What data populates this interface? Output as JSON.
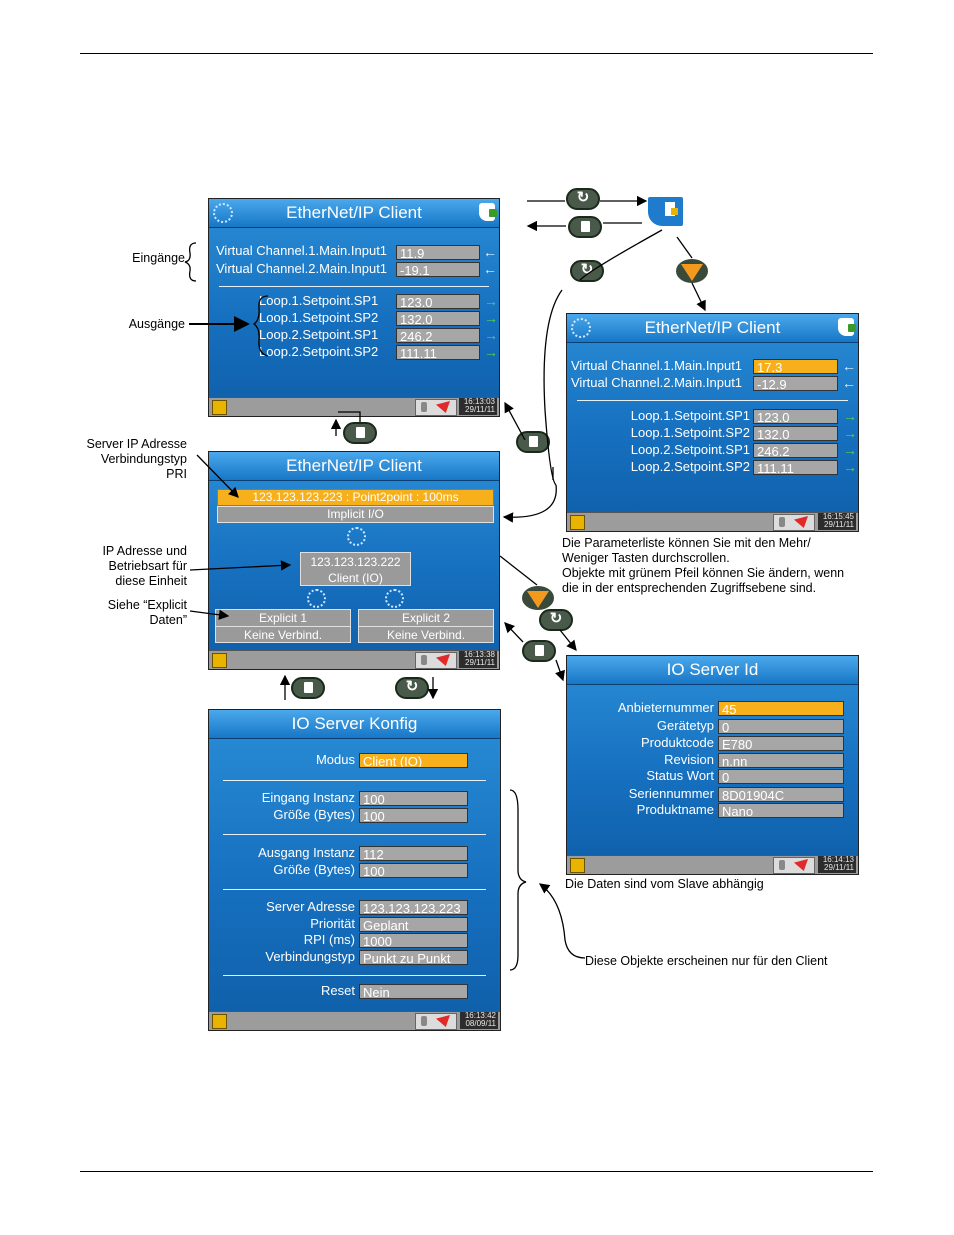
{
  "screen_a": {
    "title": "EtherNet/IP Client",
    "inputs": [
      {
        "label": "Virtual Channel.1.Main.Input1",
        "value": "11.9",
        "arrow": "←"
      },
      {
        "label": "Virtual Channel.2.Main.Input1",
        "value": "-19.1",
        "arrow": "←"
      }
    ],
    "outputs": [
      {
        "label": "Loop.1.Setpoint.SP1",
        "value": "123.0",
        "arrow": "→"
      },
      {
        "label": "Loop.1.Setpoint.SP2",
        "value": "132.0",
        "arrow": "→"
      },
      {
        "label": "Loop.2.Setpoint.SP1",
        "value": "246.2",
        "arrow": "→"
      },
      {
        "label": "Loop.2.Setpoint.SP2",
        "value": "111.11",
        "arrow": "→"
      }
    ],
    "time": "16:13:03",
    "date": "29/11/11"
  },
  "screen_b": {
    "title": "EtherNet/IP Client",
    "inputs": [
      {
        "label": "Virtual Channel.1.Main.Input1",
        "value": "17.3",
        "arrow": "←"
      },
      {
        "label": "Virtual Channel.2.Main.Input1",
        "value": "-12.9",
        "arrow": "←"
      }
    ],
    "outputs": [
      {
        "label": "Loop.1.Setpoint.SP1",
        "value": "123.0",
        "arrow": "→"
      },
      {
        "label": "Loop.1.Setpoint.SP2",
        "value": "132.0",
        "arrow": "→"
      },
      {
        "label": "Loop.2.Setpoint.SP1",
        "value": "246.2",
        "arrow": "→"
      },
      {
        "label": "Loop.2.Setpoint.SP2",
        "value": "111.11",
        "arrow": "→"
      }
    ],
    "time": "16:15:45",
    "date": "29/11/11"
  },
  "screen_c": {
    "title": "EtherNet/IP Client",
    "server_line": "123.123.123.223 : Point2point : 100ms",
    "mode_line": "Implicit I/O",
    "unit_ip": "123.123.123.222",
    "unit_mode": "Client (IO)",
    "explicit1_label": "Explicit 1",
    "explicit1_status": "Keine Verbind.",
    "explicit2_label": "Explicit 2",
    "explicit2_status": "Keine Verbind.",
    "time": "16:13:38",
    "date": "29/11/11"
  },
  "screen_d": {
    "title": "IO Server Konfig",
    "groups": [
      [
        {
          "label": "Modus",
          "value": "Client (IO)",
          "selected": true
        }
      ],
      [
        {
          "label": "Eingang Instanz",
          "value": "100"
        },
        {
          "label": "Größe (Bytes)",
          "value": "100"
        }
      ],
      [
        {
          "label": "Ausgang Instanz",
          "value": "112"
        },
        {
          "label": "Größe (Bytes)",
          "value": "100"
        }
      ],
      [
        {
          "label": "Server Adresse",
          "value": "123.123.123.223"
        },
        {
          "label": "Priorität",
          "value": "Geplant"
        },
        {
          "label": "RPI (ms)",
          "value": "1000"
        },
        {
          "label": "Verbindungstyp",
          "value": "Punkt zu Punkt"
        }
      ],
      [
        {
          "label": "Reset",
          "value": "Nein"
        }
      ]
    ],
    "time": "16:13:42",
    "date": "08/09/11"
  },
  "screen_e": {
    "title": "IO Server Id",
    "rows": [
      {
        "label": "Anbieternummer",
        "value": "45",
        "selected": true
      },
      {
        "label": "Gerätetyp",
        "value": "0"
      },
      {
        "label": "Produktcode",
        "value": "E780"
      },
      {
        "label": "Revision",
        "value": "n.nn"
      },
      {
        "label": "Status Wort",
        "value": "0"
      },
      {
        "label": "Seriennummer",
        "value": "8D01904C"
      },
      {
        "label": "Produktname",
        "value": "Nano"
      }
    ],
    "time": "16:14:13",
    "date": "29/11/11"
  },
  "annotations": {
    "eingaenge": "Eingänge",
    "ausgaenge": "Ausgänge",
    "server_ip": [
      "Server IP Adresse",
      "Verbindungstyp",
      "PRI"
    ],
    "ip_unit": [
      "IP Adresse und",
      "Betriebsart für",
      "diese Einheit"
    ],
    "explicit": [
      "Siehe “Explicit",
      "Daten”"
    ],
    "scroll_note": [
      "Die Parameterliste können Sie mit den Mehr/",
      "Weniger Tasten durchscrollen.",
      "Objekte mit grünem Pfeil können Sie ändern, wenn",
      "die in der entsprechenden Zugriffsebene sind."
    ],
    "slave_note": "Die Daten sind vom Slave abhängig",
    "client_note": "Diese Objekte erscheinen nur für den Client"
  }
}
